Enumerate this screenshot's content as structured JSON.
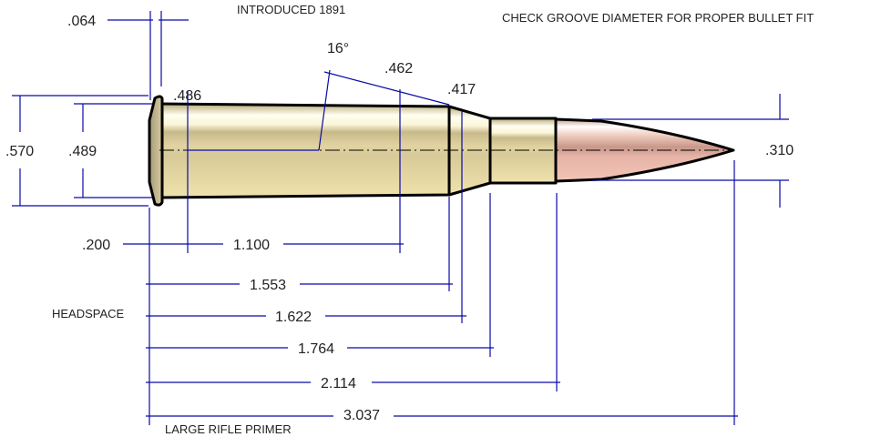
{
  "title": "INTRODUCED 1891",
  "notes": {
    "groove": "CHECK GROOVE DIAMETER FOR PROPER BULLET FIT",
    "headspace": "HEADSPACE",
    "primer": "LARGE RIFLE PRIMER"
  },
  "colors": {
    "dimension_line": "#0a0aa8",
    "brass": "#e6d9a0",
    "bullet": "#eab8a8",
    "outline": "#000000"
  },
  "dimensions": {
    "rim_thickness": ".064",
    "base_diameter": ".486",
    "shoulder_angle": "16°",
    "shoulder_diameter": ".462",
    "neck_diameter": ".417",
    "rim_diameter": ".570",
    "extractor_diameter": ".489",
    "bullet_diameter": ".310",
    "rim_to_body": ".200",
    "body_length": "1.100",
    "shoulder_start": "1.553",
    "headspace": "1.622",
    "neck_start": "1.764",
    "case_length": "2.114",
    "overall_length": "3.037"
  }
}
